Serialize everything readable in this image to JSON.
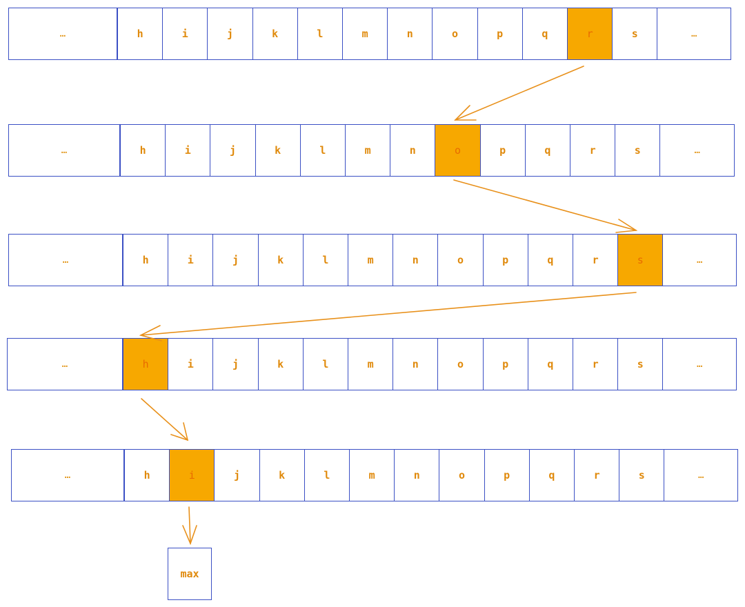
{
  "ellipsis": "…",
  "letters": [
    "h",
    "i",
    "j",
    "k",
    "l",
    "m",
    "n",
    "o",
    "p",
    "q",
    "r",
    "s"
  ],
  "rows": [
    {
      "highlight": "r"
    },
    {
      "highlight": "o"
    },
    {
      "highlight": "s"
    },
    {
      "highlight": "h"
    },
    {
      "highlight": "i"
    }
  ],
  "result_label": "max",
  "colors": {
    "border": "#3a4fc4",
    "text": "#e08a0c",
    "highlight_fill": "#f7a800",
    "arrow": "#e8901a"
  }
}
